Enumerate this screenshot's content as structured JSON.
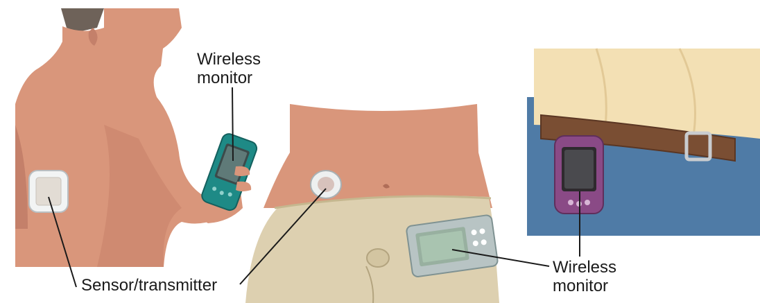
{
  "labels": {
    "wireless_monitor_top": {
      "line1": "Wireless",
      "line2": "monitor"
    },
    "wireless_monitor_bottom": {
      "line1": "Wireless",
      "line2": "monitor"
    },
    "sensor_transmitter": "Sensor/transmitter"
  },
  "colors": {
    "skin": "#d9967b",
    "skin_shadow": "#c4806a",
    "hair": "#6e6259",
    "khaki": "#ddd0b0",
    "shirt": "#f3e0b4",
    "jeans": "#4f7ba6",
    "belt": "#7a4e33",
    "teal_monitor": "#1e8a86",
    "purple_monitor": "#8a4a86",
    "gray_monitor": "#b8c4c4",
    "sensor_patch": "#eef0f0"
  },
  "icons": [
    "arm-sensor-patch",
    "handheld-monitor-teal",
    "abdomen-sensor-patch",
    "clip-monitor-gray",
    "belt-monitor-purple",
    "belt-buckle"
  ]
}
